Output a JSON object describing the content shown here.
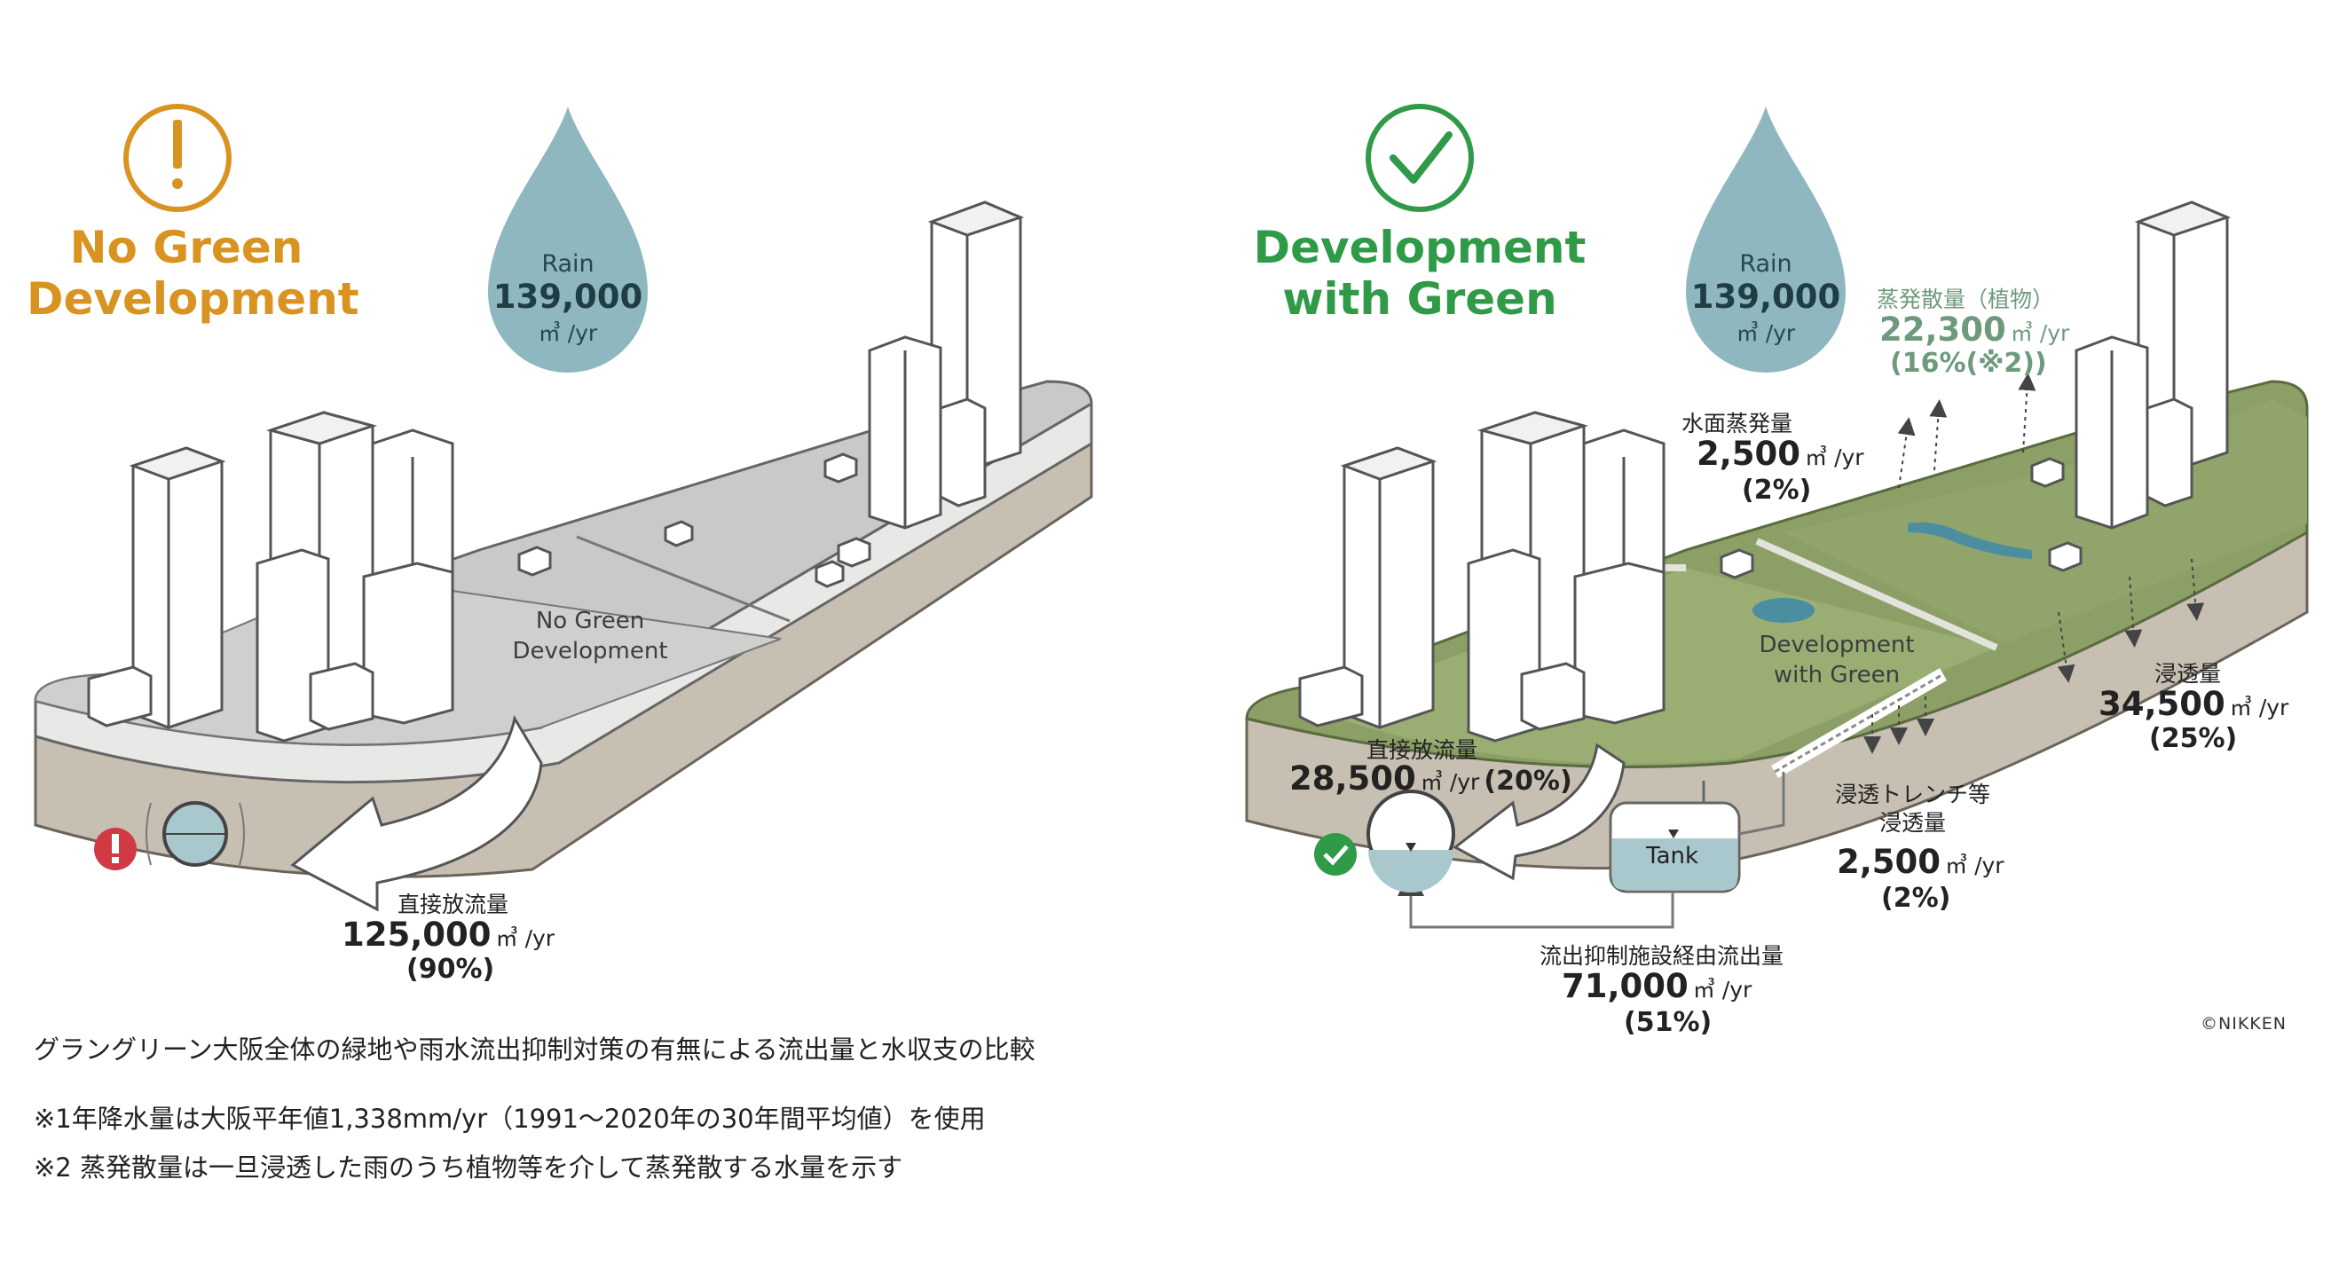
{
  "left": {
    "title_line1": "No Green",
    "title_line2": "Development",
    "rain_label": "Rain",
    "rain_value": "139,000",
    "rain_unit": "㎥ /yr",
    "map_label_line1": "No Green",
    "map_label_line2": "Development",
    "runoff_label": "直接放流量",
    "runoff_value": "125,000",
    "runoff_unit": "㎥ /yr",
    "runoff_pct": "(90%)"
  },
  "right": {
    "title_line1": "Development",
    "title_line2": "with Green",
    "rain_label": "Rain",
    "rain_value": "139,000",
    "rain_unit": "㎥ /yr",
    "map_label_line1": "Development",
    "map_label_line2": "with Green",
    "evapotranspiration_label": "蒸発散量（植物）",
    "evapotranspiration_value": "22,300",
    "evapotranspiration_unit": "㎥ /yr",
    "evapotranspiration_pct": "(16%(※2))",
    "surface_evap_label": "水面蒸発量",
    "surface_evap_value": "2,500",
    "surface_evap_unit": "㎥ /yr",
    "surface_evap_pct": "(2%)",
    "infiltration_label": "浸透量",
    "infiltration_value": "34,500",
    "infiltration_unit": "㎥ /yr",
    "infiltration_pct": "(25%)",
    "direct_label": "直接放流量",
    "direct_value": "28,500",
    "direct_unit": "㎥ /yr",
    "direct_pct": "(20%)",
    "trench_label_line1": "浸透トレンチ等",
    "trench_label_line2": "浸透量",
    "trench_value": "2,500",
    "trench_unit": "㎥ /yr",
    "trench_pct": "(2%)",
    "tank_label": "Tank",
    "facility_label": "流出抑制施設経由流出量",
    "facility_value": "71,000",
    "facility_unit": "㎥ /yr",
    "facility_pct": "(51%)",
    "credit": "©NIKKEN"
  },
  "notes": {
    "caption": "グラングリーン大阪全体の緑地や雨水流出抑制対策の有無による流出量と水収支の比較",
    "note1": "※1年降水量は大阪平年値1,338mm/yr（1991〜2020年の30年間平均値）を使用",
    "note2": "※2 蒸発散量は一旦浸透した雨のうち植物等を介して蒸発散する水量を示す"
  },
  "colors": {
    "warning_orange": "#d99320",
    "ok_green": "#2f9a48",
    "rain_drop": "#8fb7c0",
    "green_area": "#8c9f66",
    "grey_area": "#c9cac8",
    "ground": "#c7bfb2",
    "alert_red": "#cf3a45"
  },
  "icons": [
    "exclamation-circle-icon",
    "check-circle-icon",
    "rain-drop-icon",
    "alert-badge-icon",
    "check-badge-icon",
    "outflow-arrow-icon"
  ]
}
